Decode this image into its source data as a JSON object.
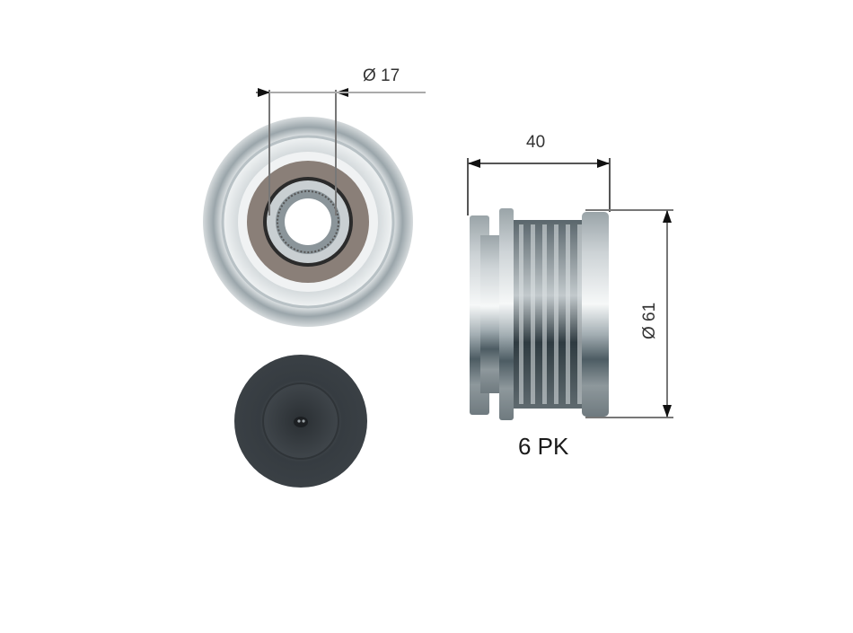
{
  "diagram": {
    "subject": "Overrunning alternator pulley",
    "views": [
      {
        "name": "front-view",
        "label": "Front view of pulley with bearing"
      },
      {
        "name": "cap-view",
        "label": "Protective cap"
      },
      {
        "name": "side-view",
        "label": "Side view of ribbed pulley"
      }
    ],
    "dimensions": {
      "inner_diameter": "Ø 17",
      "width": "40",
      "outer_diameter": "Ø 61"
    },
    "profile_label": "6 PK",
    "colors": {
      "background": "#ffffff",
      "metal_light": "#e6eaec",
      "metal_mid": "#a9b3b8",
      "metal_dark": "#5d6a70",
      "bearing_ring": "#8a7f78",
      "cap": "#3b4146",
      "dimension_line": "#777777",
      "arrow": "#111111"
    }
  }
}
